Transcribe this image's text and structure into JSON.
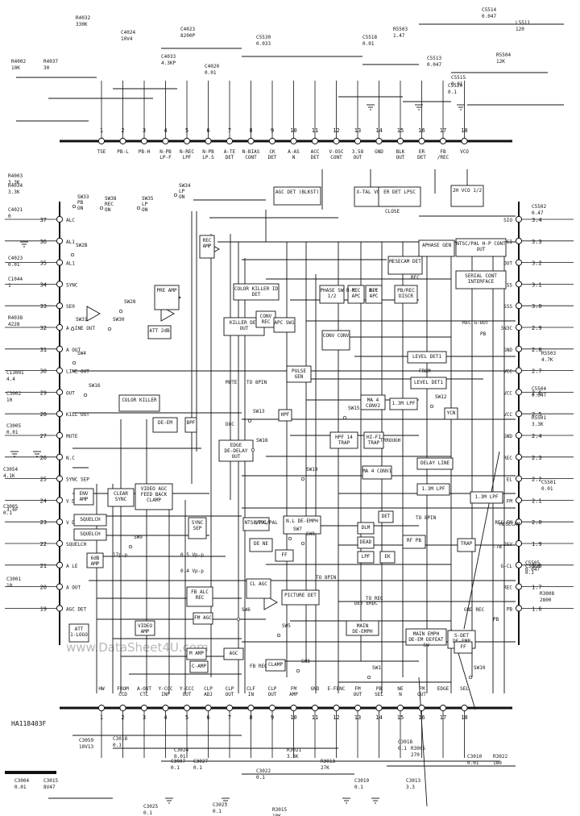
{
  "chip_label": "HA118403F",
  "watermark": "www.DataSheet4U.com",
  "top_pins": [
    {
      "num": "1",
      "name": "TSE"
    },
    {
      "num": "2",
      "name": "PB-L"
    },
    {
      "num": "3",
      "name": "PB-H"
    },
    {
      "num": "4",
      "name": "N-PB LP-F"
    },
    {
      "num": "5",
      "name": "N-REC LPF"
    },
    {
      "num": "6",
      "name": "N-PB LP.S"
    },
    {
      "num": "7",
      "name": "A-TE DET"
    },
    {
      "num": "8",
      "name": "N-BIAS CONT"
    },
    {
      "num": "9",
      "name": "CK DET"
    },
    {
      "num": "10",
      "name": "A-AS N"
    },
    {
      "num": "11",
      "name": "ACC DET"
    },
    {
      "num": "12",
      "name": "V-OSC CONT"
    },
    {
      "num": "13",
      "name": "3.58 OUT"
    },
    {
      "num": "14",
      "name": "GND"
    },
    {
      "num": "15",
      "name": "BLK OUT"
    },
    {
      "num": "16",
      "name": "ER DET"
    },
    {
      "num": "17",
      "name": "FB /REC"
    },
    {
      "num": "18",
      "name": "VCO"
    }
  ],
  "bottom_pins": [
    {
      "num": "1",
      "name": "HW"
    },
    {
      "num": "2",
      "name": "FROM CCD"
    },
    {
      "num": "3",
      "name": "A-OUT CTL"
    },
    {
      "num": "4",
      "name": "Y-CCC INP"
    },
    {
      "num": "5",
      "name": "Y-CCC OUT"
    },
    {
      "num": "6",
      "name": "CLP ADJ"
    },
    {
      "num": "7",
      "name": "CLP OUT"
    },
    {
      "num": "8",
      "name": "CLF IN"
    },
    {
      "num": "9",
      "name": "CLP OUT"
    },
    {
      "num": "10",
      "name": "FM AMP"
    },
    {
      "num": "11",
      "name": "GND"
    },
    {
      "num": "12",
      "name": "E-FENC"
    },
    {
      "num": "13",
      "name": "FM OUT"
    },
    {
      "num": "14",
      "name": "PB SEL"
    },
    {
      "num": "15",
      "name": "NE N"
    },
    {
      "num": "16",
      "name": "FM OUT"
    },
    {
      "num": "17",
      "name": "EDGE"
    },
    {
      "num": "18",
      "name": "SEL"
    }
  ],
  "left_pins": [
    {
      "num": "37",
      "name": "ALC"
    },
    {
      "num": "36",
      "name": "AL1"
    },
    {
      "num": "35",
      "name": "AL1"
    },
    {
      "num": "34",
      "name": "SYNC"
    },
    {
      "num": "33",
      "name": "SE0"
    },
    {
      "num": "32",
      "name": "A LINE OUT"
    },
    {
      "num": "31",
      "name": "A OUT"
    },
    {
      "num": "30",
      "name": "LINE OUT"
    },
    {
      "num": "29",
      "name": "OUT"
    },
    {
      "num": "28",
      "name": "KILL OUT"
    },
    {
      "num": "27",
      "name": "MUTE"
    },
    {
      "num": "26",
      "name": "N.C"
    },
    {
      "num": "25",
      "name": "SYNC SEP"
    },
    {
      "num": "24",
      "name": "V DET"
    },
    {
      "num": "23",
      "name": "V DIE"
    },
    {
      "num": "22",
      "name": "SQUELCH"
    },
    {
      "num": "21",
      "name": "A LE"
    },
    {
      "num": "20",
      "name": "A OUT"
    },
    {
      "num": "19",
      "name": "AGC DET"
    }
  ],
  "right_pins": [
    {
      "num": "3.4",
      "name": "SIO"
    },
    {
      "num": "3.3",
      "name": "CCI"
    },
    {
      "num": "3.2",
      "name": "OUT"
    },
    {
      "num": "3.1",
      "name": "SS"
    },
    {
      "num": "3.0",
      "name": "SSS"
    },
    {
      "num": "2.9",
      "name": "3N3C"
    },
    {
      "num": "2.8",
      "name": "GND"
    },
    {
      "num": "2.7",
      "name": "VCC"
    },
    {
      "num": "2.6",
      "name": "VCC"
    },
    {
      "num": "2.5",
      "name": "VCC"
    },
    {
      "num": "2.4",
      "name": "GND"
    },
    {
      "num": "2.3",
      "name": "REC"
    },
    {
      "num": "2.2",
      "name": "EL"
    },
    {
      "num": "2.1",
      "name": "PB FM"
    },
    {
      "num": "2.0",
      "name": "REC FM"
    },
    {
      "num": "1.9",
      "name": "DSV"
    },
    {
      "num": "1.8",
      "name": "G-CL"
    },
    {
      "num": "1.7",
      "name": "REC"
    },
    {
      "num": "1.6",
      "name": "PB"
    }
  ],
  "blocks": [
    {
      "id": "agc-det",
      "label": "AGC DET (BLKST)"
    },
    {
      "id": "xtal-vco",
      "label": "X-TAL VCO/OSC"
    },
    {
      "id": "er-det-lpsc",
      "label": "ER DET LPSC"
    },
    {
      "id": "2h-vco",
      "label": "2H VCO 1/2"
    },
    {
      "id": "aphase-gen",
      "label": "APHASE GEN"
    },
    {
      "id": "ntsc-pal",
      "label": "NTSC/PAL H-P CONT OUT"
    },
    {
      "id": "mesecam-det",
      "label": "MESECAM DET"
    },
    {
      "id": "serial-cont",
      "label": "SERIAL CONT INTERFACE"
    },
    {
      "id": "color-killer",
      "label": "COLOR KILLER ID DET"
    },
    {
      "id": "phase-sw",
      "label": "PHASE SW 1/2"
    },
    {
      "id": "rec-apc",
      "label": "REC APC"
    },
    {
      "id": "rec-apc2",
      "label": "REC APC"
    },
    {
      "id": "pb-rec-discr",
      "label": "PB/REC DISCR"
    },
    {
      "id": "killer-det-out",
      "label": "KILLER DET OUT"
    },
    {
      "id": "conv-rec",
      "label": "CONV REC"
    },
    {
      "id": "apc-sw",
      "label": "APC SW1"
    },
    {
      "id": "conv-pb",
      "label": "CONV CONV"
    },
    {
      "id": "level-det1",
      "label": "LEVEL DET1"
    },
    {
      "id": "level-det2",
      "label": "LEVEL DET1"
    },
    {
      "id": "pulse-gen",
      "label": "PULSE GEN"
    },
    {
      "id": "ma-conv",
      "label": "MA 4 CONV2"
    },
    {
      "id": "lpf-13",
      "label": "1.3M LPF"
    },
    {
      "id": "ycn",
      "label": "YCN"
    },
    {
      "id": "color-killer2",
      "label": "COLOR KILLER"
    },
    {
      "id": "de-em",
      "label": "DE-EM"
    },
    {
      "id": "bpf",
      "label": "BPF"
    },
    {
      "id": "hpf",
      "label": "HPF"
    },
    {
      "id": "edge-det",
      "label": "EDGE DE-DELAY OUT"
    },
    {
      "id": "hpf-14",
      "label": "HPF 14 TRAP"
    },
    {
      "id": "hi-fi",
      "label": "HI-FI TRAP"
    },
    {
      "id": "ma-conv1",
      "label": "MA 4 CONV1"
    },
    {
      "id": "delay-line",
      "label": "DELAY LINE"
    },
    {
      "id": "lpf-13b",
      "label": "1.3M LPF"
    },
    {
      "id": "lpf-13c",
      "label": "1.3M LPF"
    },
    {
      "id": "env-amp",
      "label": "ENV AMP"
    },
    {
      "id": "clear-sync",
      "label": "CLEAR SYNC"
    },
    {
      "id": "video-agc",
      "label": "VIDEO AGC FEED BACK CLAMP"
    },
    {
      "id": "squelch",
      "label": "SQUELCH"
    },
    {
      "id": "sync-sep",
      "label": "SYNC SEP"
    },
    {
      "id": "squelch2",
      "label": "SQUELCH"
    },
    {
      "id": "6db-amp",
      "label": "6dB AMP"
    },
    {
      "id": "ntsc-pal2",
      "label": "NTSC/PAL"
    },
    {
      "id": "ne-de-emph",
      "label": "N.L DE-EMPH"
    },
    {
      "id": "det",
      "label": "DET"
    },
    {
      "id": "dlm",
      "label": "DLM"
    },
    {
      "id": "dead",
      "label": "DEAD"
    },
    {
      "id": "lpf",
      "label": "LPF"
    },
    {
      "id": "ek",
      "label": "EK"
    },
    {
      "id": "rf-pb",
      "label": "RF PB"
    },
    {
      "id": "trap",
      "label": "TRAP"
    },
    {
      "id": "det-ne",
      "label": "DE NE"
    },
    {
      "id": "ff",
      "label": "FF"
    },
    {
      "id": "fb-alc",
      "label": "FB ALC REC"
    },
    {
      "id": "picture-det",
      "label": "PICTURE DET"
    },
    {
      "id": "cl-agc",
      "label": "CL AGC"
    },
    {
      "id": "fm-agc",
      "label": "FM AGC"
    },
    {
      "id": "agc-amp",
      "label": "AGC"
    },
    {
      "id": "att-logo",
      "label": "ATT 1-LOGO"
    },
    {
      "id": "video-amp",
      "label": "VIDEO AMP"
    },
    {
      "id": "m-amp",
      "label": "M AMP"
    },
    {
      "id": "clamp",
      "label": "CLAMP"
    },
    {
      "id": "c-amp",
      "label": "C-AMP"
    },
    {
      "id": "main-de-emph",
      "label": "MAIN DE-EMPH"
    },
    {
      "id": "main-emph",
      "label": "MAIN EMPH DE-EM DEFEAT SW"
    },
    {
      "id": "s-det",
      "label": "S-DET DE-EMP DET"
    },
    {
      "id": "ff2",
      "label": "FF"
    },
    {
      "id": "rec-amp",
      "label": "REC AMP"
    },
    {
      "id": "pre-amp",
      "label": "PRE AMP"
    },
    {
      "id": "att-2",
      "label": "ATT 2dB"
    }
  ],
  "components": [
    {
      "label": "R4032 330K"
    },
    {
      "label": "C4024 10V4"
    },
    {
      "label": "C4033 4.3KP"
    },
    {
      "label": "C4023 8200P"
    },
    {
      "label": "C4020 0.01"
    },
    {
      "label": "C5530 0.033"
    },
    {
      "label": "C5518 0.01"
    },
    {
      "label": "R5503 1.47"
    },
    {
      "label": "C5514 0.047"
    },
    {
      "label": "R5504 12K"
    },
    {
      "label": "C5513 0.047"
    },
    {
      "label": "C5515 0.01"
    },
    {
      "label": "C5520 0.1"
    },
    {
      "label": "L5511 120"
    },
    {
      "label": "R4002 10K"
    },
    {
      "label": "R4037 30"
    },
    {
      "label": "R4034 3.3K"
    },
    {
      "label": "C4021 0"
    },
    {
      "label": "C4023 0.01"
    },
    {
      "label": "R4003 3.3K"
    },
    {
      "label": "C1044 1"
    },
    {
      "label": "R4038 4228"
    },
    {
      "label": "C13001 4.4"
    },
    {
      "label": "C3002 10"
    },
    {
      "label": "C3054 4.1K"
    },
    {
      "label": "C3001 10"
    },
    {
      "label": "C3005 0.01"
    },
    {
      "label": "C3005 0.1"
    },
    {
      "label": "C5502 0.47"
    },
    {
      "label": "C5504 0.047"
    },
    {
      "label": "R5501 3.3K"
    },
    {
      "label": "C5501 0.01"
    },
    {
      "label": "R5503 4.7K"
    },
    {
      "label": "C5505 0.047"
    },
    {
      "label": "C3008 0.1"
    },
    {
      "label": "R3008 2800"
    },
    {
      "label": "C3018 0.1"
    },
    {
      "label": "C3007 0.1"
    },
    {
      "label": "C3025 0.1"
    },
    {
      "label": "C3024 0.01"
    },
    {
      "label": "C3027 0.1"
    },
    {
      "label": "C3023 0.1"
    },
    {
      "label": "C3022 0.1"
    },
    {
      "label": "R3021 3.3K"
    },
    {
      "label": "R3013 27K"
    },
    {
      "label": "C3019 0.1"
    },
    {
      "label": "C3018 0.1"
    },
    {
      "label": "C3013 3.3"
    },
    {
      "label": "R3005 270"
    },
    {
      "label": "C3010 0.01"
    },
    {
      "label": "R3022 180"
    },
    {
      "label": "C3004 0.01"
    },
    {
      "label": "C3015 8V47"
    },
    {
      "label": "C3059 10V13"
    },
    {
      "label": "R3015 18K"
    }
  ],
  "switch_labels": [
    "SW33 PB ON",
    "SW34 LP ON",
    "SW38 REC ON",
    "SW35 LP ON",
    "SW2B",
    "SW28",
    "SW31",
    "SW30",
    "SW4",
    "SW16",
    "SW12",
    "SW13",
    "SW18",
    "SW19",
    "SW15",
    "SW8",
    "SW9",
    "SW6",
    "SW5",
    "SW3",
    "SW1",
    "SW10",
    "SW7"
  ],
  "signal_labels": [
    "MUTE",
    "TO 8PIN",
    "DOC",
    "TRROUGH",
    "FROM",
    "TO 8PIN",
    "TO 8PIN",
    "CLOSE",
    "R-Y",
    "B-Y",
    "REC",
    "PB",
    "NTSC/PAL",
    "FB REC",
    "TO REC",
    "-7B",
    "0.5 Vp-p",
    "0.4 Vp-p",
    "17p-p",
    "3.6F",
    "MESECAM",
    "REC G-OUT",
    "GND REC",
    "PB",
    "DET ERDC"
  ]
}
